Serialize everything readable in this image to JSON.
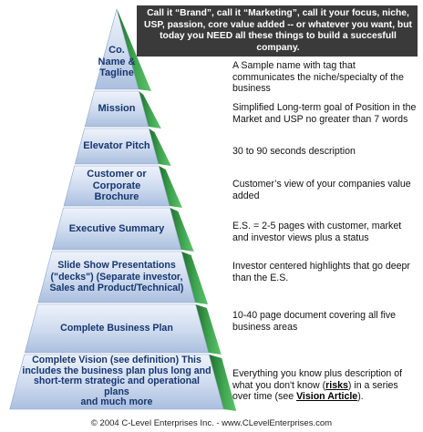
{
  "banner": {
    "text": "Call it “Brand”, call it “Marketing”, call it your focus, niche, USP, passion, core value added -- or whatever you want, but today you NEED all these things to build a succesfull company."
  },
  "tiers": [
    {
      "label": "Co.\nName &\nTagline",
      "desc": "A Sample name with tag that communicates the niche/specialty of the business"
    },
    {
      "label": "Mission",
      "desc": "Simplified Long-term goal of Position in the Market and USP no greater than 7 words"
    },
    {
      "label": "Elevator Pitch",
      "desc": "30 to 90 seconds description"
    },
    {
      "label": "Customer or\nCorporate Brochure",
      "desc": "Customer’s view of your companies value added"
    },
    {
      "label": "Executive Summary",
      "desc": "E.S. = 2-5 pages with customer, market and investor views plus a status"
    },
    {
      "label": "Slide Show Presentations\n(\"decks\") (Separate investor,\nSales and Product/Technical)",
      "desc": "Investor centered highlights that go deepr than the E.S."
    },
    {
      "label": "Complete Business Plan",
      "desc": "10-40 page document covering all five business areas"
    },
    {
      "label": "Complete Vision (see definition) This\nincludes the business plan plus long and\nshort-term strategic and operational plans\nand much more",
      "desc_parts": [
        "Everything you know plus description of what you don't know (",
        "risks",
        ") in a series over time (see ",
        "Vision Article",
        ")."
      ]
    }
  ],
  "footer": {
    "text": "© 2004 C-Level Enterprises Inc. - www.CLevelEnterprises.com"
  },
  "colors": {
    "banner": "#3a3a3a",
    "tier_face": "#cfdcf0",
    "tier_side": "#2e8b3e",
    "label": "#16366f"
  }
}
